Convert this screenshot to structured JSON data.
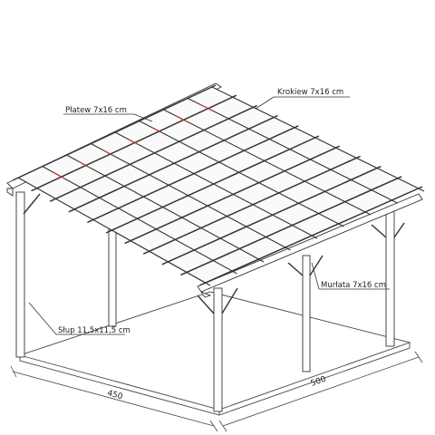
{
  "labels": {
    "purlin": "Płatew 7x16 cm",
    "rafter": "Krokiew 7x16 cm",
    "wall_plate": "Murłata 7x16 cm",
    "post": "Słup 11,5x11,5 cm"
  },
  "dimensions": {
    "width": "450",
    "depth": "500"
  },
  "colors": {
    "line": "#333333",
    "accent": "#c0392b"
  }
}
